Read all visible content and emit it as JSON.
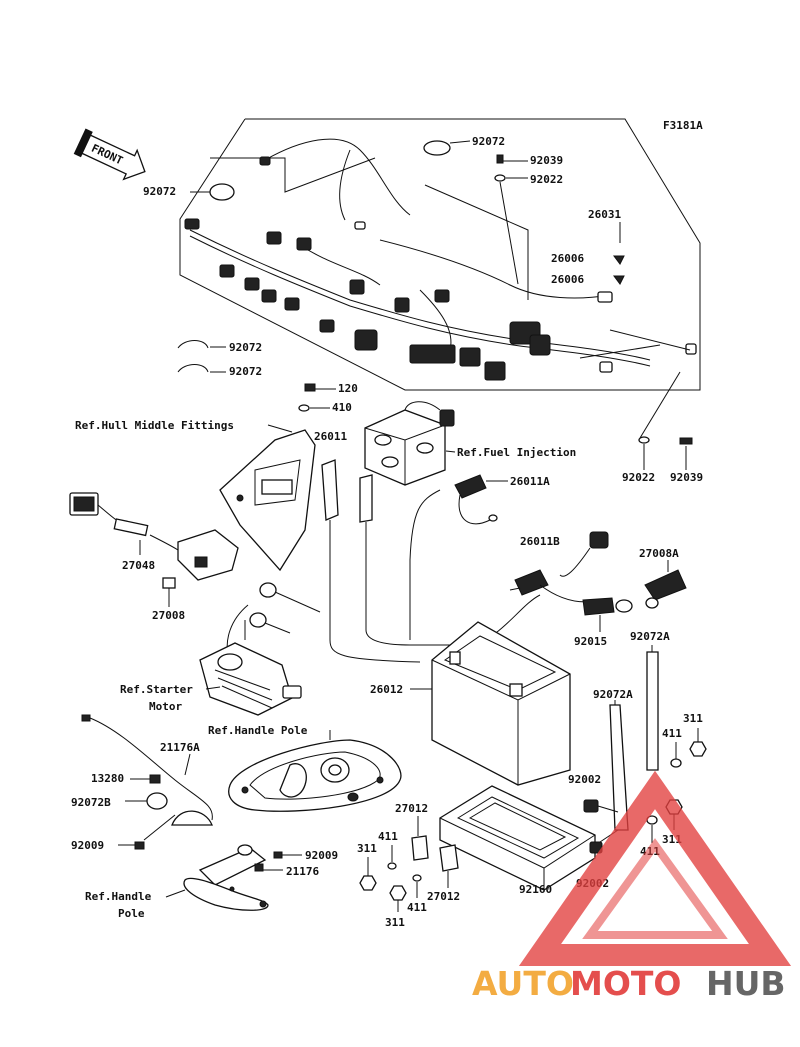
{
  "diagram_id": "F3181A",
  "front_label": "FRONT",
  "parts": [
    {
      "id": "p-92072-top",
      "text": "92072"
    },
    {
      "id": "p-92039-top",
      "text": "92039"
    },
    {
      "id": "p-92022-top",
      "text": "92022"
    },
    {
      "id": "p-92072-left",
      "text": "92072"
    },
    {
      "id": "p-26031",
      "text": "26031"
    },
    {
      "id": "p-26006-a",
      "text": "26006"
    },
    {
      "id": "p-26006-b",
      "text": "26006"
    },
    {
      "id": "p-92072-a",
      "text": "92072"
    },
    {
      "id": "p-92072-b",
      "text": "92072"
    },
    {
      "id": "p-120",
      "text": "120"
    },
    {
      "id": "p-410",
      "text": "410"
    },
    {
      "id": "p-26011",
      "text": "26011"
    },
    {
      "id": "p-92022-r",
      "text": "92022"
    },
    {
      "id": "p-92039-r",
      "text": "92039"
    },
    {
      "id": "p-26011A",
      "text": "26011A"
    },
    {
      "id": "p-26011B",
      "text": "26011B"
    },
    {
      "id": "p-27008A",
      "text": "27008A"
    },
    {
      "id": "p-27048",
      "text": "27048"
    },
    {
      "id": "p-92015",
      "text": "92015"
    },
    {
      "id": "p-27008",
      "text": "27008"
    },
    {
      "id": "p-92072A-top",
      "text": "92072A"
    },
    {
      "id": "p-26012",
      "text": "26012"
    },
    {
      "id": "p-92072A-mid",
      "text": "92072A"
    },
    {
      "id": "p-311-a",
      "text": "311"
    },
    {
      "id": "p-411-a",
      "text": "411"
    },
    {
      "id": "p-21176A",
      "text": "21176A"
    },
    {
      "id": "p-13280",
      "text": "13280"
    },
    {
      "id": "p-92072B",
      "text": "92072B"
    },
    {
      "id": "p-92002-a",
      "text": "92002"
    },
    {
      "id": "p-27012-a",
      "text": "27012"
    },
    {
      "id": "p-311-b",
      "text": "311"
    },
    {
      "id": "p-411-b",
      "text": "411"
    },
    {
      "id": "p-92009-a",
      "text": "92009"
    },
    {
      "id": "p-411-c",
      "text": "411"
    },
    {
      "id": "p-92009-b",
      "text": "92009"
    },
    {
      "id": "p-311-c",
      "text": "311"
    },
    {
      "id": "p-21176",
      "text": "21176"
    },
    {
      "id": "p-27012-b",
      "text": "27012"
    },
    {
      "id": "p-92002-b",
      "text": "92002"
    },
    {
      "id": "p-92160",
      "text": "92160"
    },
    {
      "id": "p-411-d",
      "text": "411"
    },
    {
      "id": "p-311-d",
      "text": "311"
    }
  ],
  "references": {
    "hull_middle": "Ref.Hull Middle Fittings",
    "fuel_injection": "Ref.Fuel Injection",
    "starter_line1": "Ref.Starter",
    "starter_line2": "Motor",
    "handle_pole_top": "Ref.Handle Pole",
    "handle_pole_line1": "Ref.Handle",
    "handle_pole_line2": "Pole"
  },
  "watermark": {
    "part1": "AUTO",
    "part2": "MOTO",
    "part3": "HUB",
    "color_orange": "#f2a533",
    "color_red": "#e2403e",
    "color_gray": "#5a5a5a"
  }
}
